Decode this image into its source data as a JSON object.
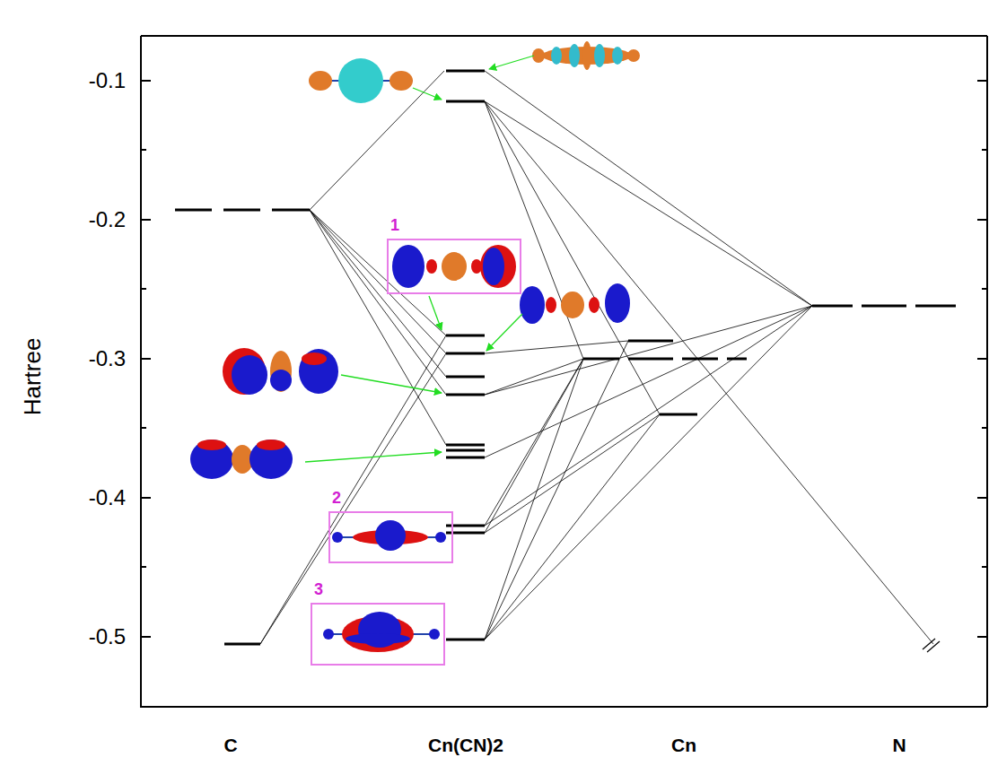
{
  "diagram": {
    "nodes": [
      {
        "text": [
          "1"
        ]
      },
      {
        "text": [
          "2"
        ]
      },
      {
        "text": [
          "3"
        ]
      }
    ],
    "labels": [
      "-0.1",
      "-0.2",
      "-0.3",
      "-0.4",
      "-0.5",
      "Hartree",
      "C",
      "Cn(CN)2",
      "Cn",
      "N"
    ]
  }
}
